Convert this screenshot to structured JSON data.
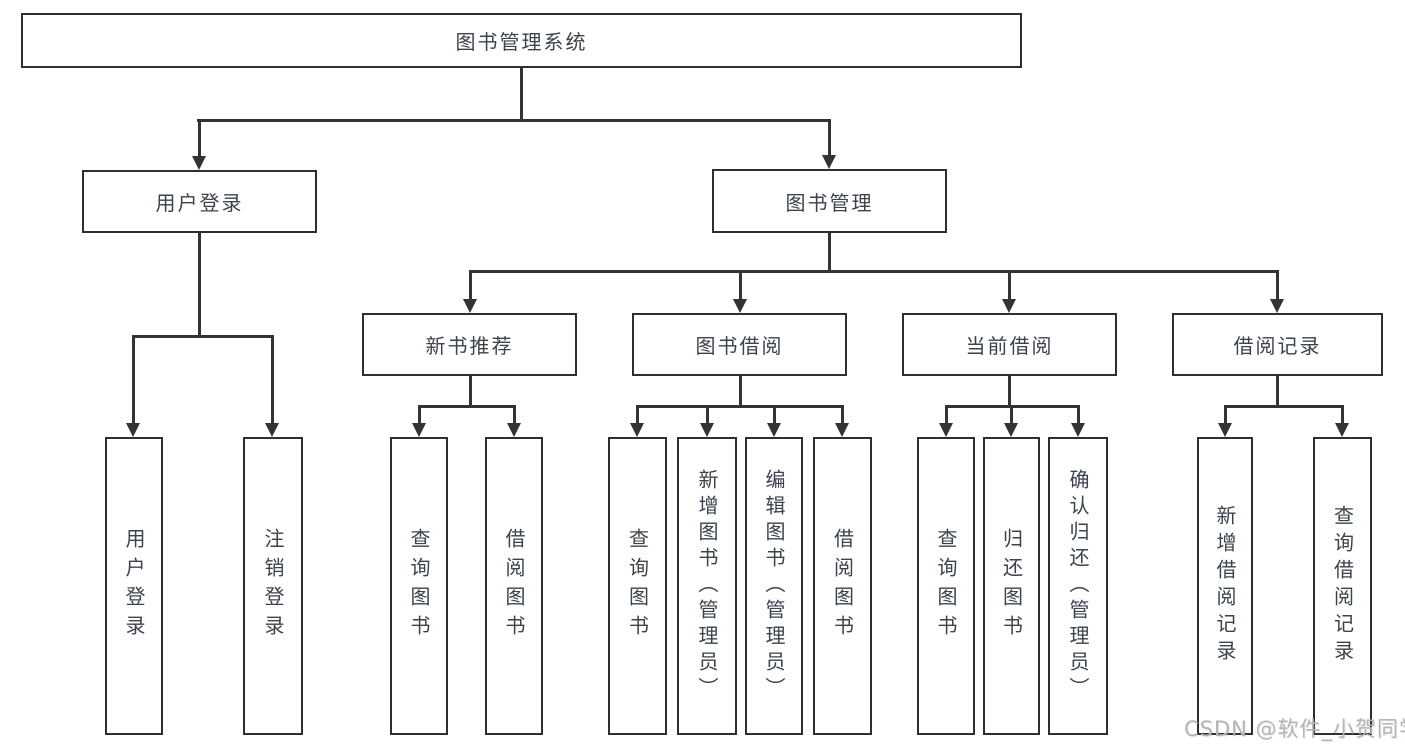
{
  "diagram": {
    "title": "图书管理系统",
    "root": {
      "label": "图书管理系统"
    },
    "level2": [
      {
        "label": "用户登录"
      },
      {
        "label": "图书管理"
      }
    ],
    "level3": [
      {
        "label": "新书推荐"
      },
      {
        "label": "图书借阅"
      },
      {
        "label": "当前借阅"
      },
      {
        "label": "借阅记录"
      }
    ],
    "leaves": {
      "user_login": [
        "用户登录",
        "注销登录"
      ],
      "new_book": [
        "查询图书",
        "借阅图书"
      ],
      "book_borrow": [
        "查询图书",
        "新增图书（管理员）",
        "编辑图书（管理员）",
        "借阅图书"
      ],
      "current_borrow": [
        "查询图书",
        "归还图书",
        "确认归还（管理员）"
      ],
      "borrow_record": [
        "新增借阅记录",
        "查询借阅记录"
      ]
    }
  },
  "watermark": {
    "text": "CSDN @软件_小贺同学"
  },
  "colors": {
    "line": "#333333",
    "box_border": "#2f2f2f",
    "text": "#3b434d",
    "watermark": "#b5b5b5",
    "background": "#ffffff"
  }
}
